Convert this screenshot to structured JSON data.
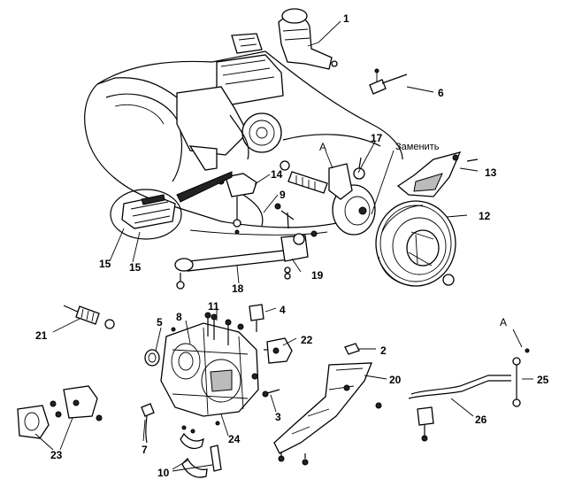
{
  "labels": {
    "l1": "1",
    "l2": "2",
    "l3": "3",
    "l4": "4",
    "l5": "5",
    "l6": "6",
    "l7": "7",
    "l8": "8",
    "l9": "9",
    "l10": "10",
    "l11": "11",
    "l12": "12",
    "l13": "13",
    "l14": "14",
    "l15a": "15",
    "l15b": "15",
    "l17": "17",
    "l18": "18",
    "l19": "19",
    "l20": "20",
    "l21": "21",
    "l22": "22",
    "l23": "23",
    "l24": "24",
    "l25": "25",
    "l26": "26",
    "a_top": "A",
    "a_right": "A",
    "replace": "Заменить"
  }
}
